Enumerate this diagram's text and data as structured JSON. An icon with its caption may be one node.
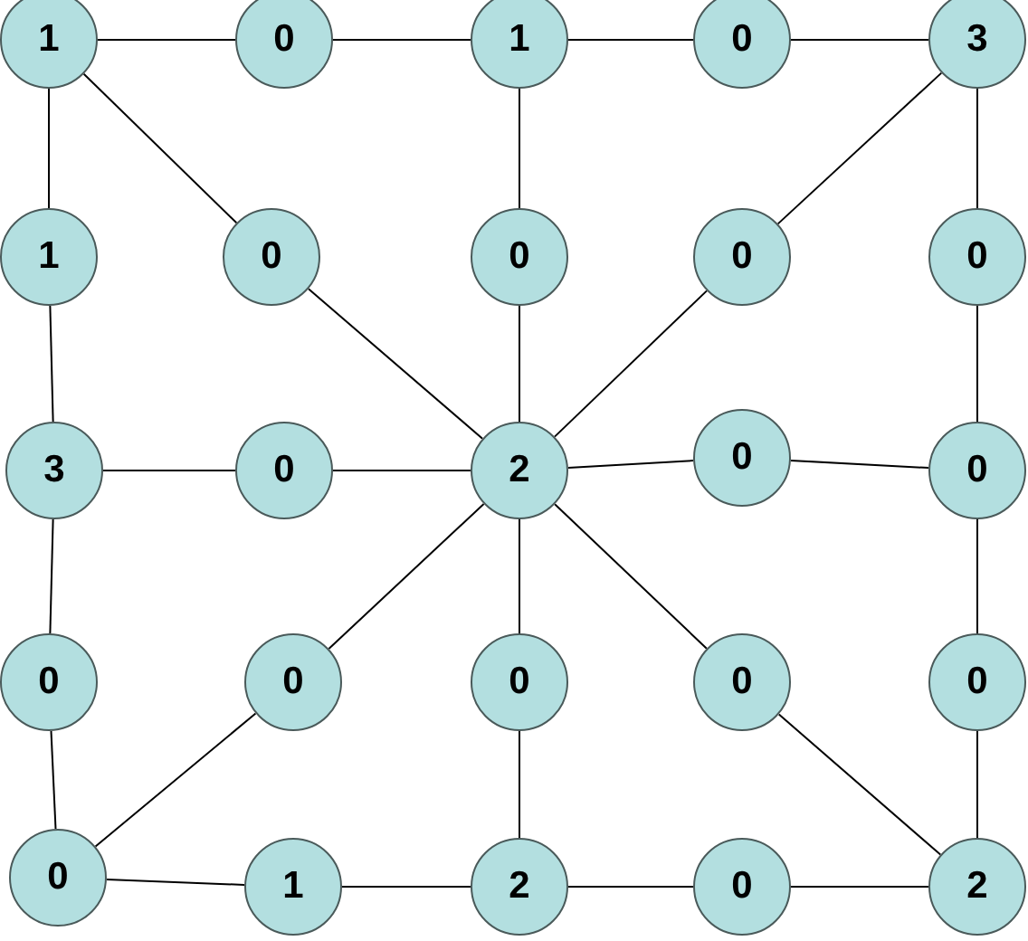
{
  "diagram": {
    "nodes": [
      {
        "text": [
          "1"
        ]
      },
      {
        "text": [
          "0"
        ]
      },
      {
        "text": [
          "1"
        ]
      },
      {
        "text": [
          "0"
        ]
      },
      {
        "text": [
          "3"
        ]
      },
      {
        "text": [
          "1"
        ]
      },
      {
        "text": [
          "0"
        ]
      },
      {
        "text": [
          "0"
        ]
      },
      {
        "text": [
          "0"
        ]
      },
      {
        "text": [
          "0"
        ]
      },
      {
        "text": [
          "3"
        ]
      },
      {
        "text": [
          "0"
        ]
      },
      {
        "text": [
          "2"
        ]
      },
      {
        "text": [
          "0"
        ]
      },
      {
        "text": [
          "0"
        ]
      },
      {
        "text": [
          "0"
        ]
      },
      {
        "text": [
          "0"
        ]
      },
      {
        "text": [
          "0"
        ]
      },
      {
        "text": [
          "0"
        ]
      },
      {
        "text": [
          "0"
        ]
      },
      {
        "text": [
          "0"
        ]
      },
      {
        "text": [
          "1"
        ]
      },
      {
        "text": [
          "2"
        ]
      },
      {
        "text": [
          "0"
        ]
      },
      {
        "text": [
          "2"
        ]
      }
    ],
    "edges": [
      {
        "from": 0,
        "to": 1,
        "arrow": "none"
      },
      {
        "from": 1,
        "to": 2,
        "arrow": "none"
      },
      {
        "from": 2,
        "to": 3,
        "arrow": "none"
      },
      {
        "from": 3,
        "to": 4,
        "arrow": "none"
      },
      {
        "from": 0,
        "to": 5,
        "arrow": "none"
      },
      {
        "from": 5,
        "to": 10,
        "arrow": "none"
      },
      {
        "from": 10,
        "to": 15,
        "arrow": "none"
      },
      {
        "from": 15,
        "to": 20,
        "arrow": "none"
      },
      {
        "from": 4,
        "to": 9,
        "arrow": "none"
      },
      {
        "from": 9,
        "to": 14,
        "arrow": "none"
      },
      {
        "from": 14,
        "to": 19,
        "arrow": "none"
      },
      {
        "from": 19,
        "to": 24,
        "arrow": "none"
      },
      {
        "from": 20,
        "to": 21,
        "arrow": "none"
      },
      {
        "from": 21,
        "to": 22,
        "arrow": "none"
      },
      {
        "from": 22,
        "to": 23,
        "arrow": "none"
      },
      {
        "from": 23,
        "to": 24,
        "arrow": "none"
      },
      {
        "from": 0,
        "to": 6,
        "arrow": "none"
      },
      {
        "from": 6,
        "to": 12,
        "arrow": "none"
      },
      {
        "from": 2,
        "to": 7,
        "arrow": "none"
      },
      {
        "from": 7,
        "to": 12,
        "arrow": "none"
      },
      {
        "from": 4,
        "to": 8,
        "arrow": "none"
      },
      {
        "from": 8,
        "to": 12,
        "arrow": "none"
      },
      {
        "from": 10,
        "to": 11,
        "arrow": "none"
      },
      {
        "from": 11,
        "to": 12,
        "arrow": "none"
      },
      {
        "from": 12,
        "to": 13,
        "arrow": "none"
      },
      {
        "from": 13,
        "to": 14,
        "arrow": "none"
      },
      {
        "from": 12,
        "to": 16,
        "arrow": "none"
      },
      {
        "from": 16,
        "to": 20,
        "arrow": "none"
      },
      {
        "from": 12,
        "to": 17,
        "arrow": "none"
      },
      {
        "from": 17,
        "to": 22,
        "arrow": "none"
      },
      {
        "from": 12,
        "to": 18,
        "arrow": "none"
      },
      {
        "from": 18,
        "to": 24,
        "arrow": "none"
      }
    ]
  }
}
